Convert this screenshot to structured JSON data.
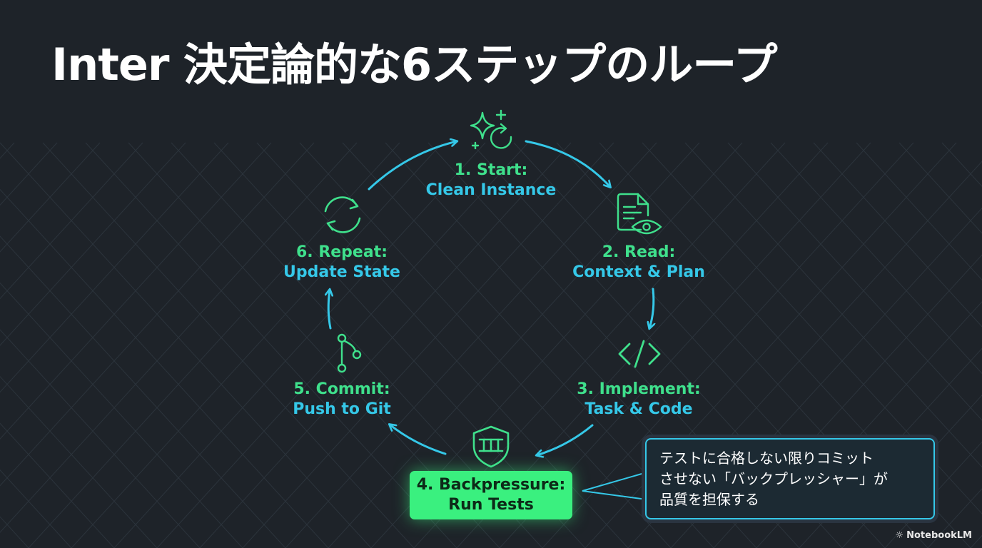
{
  "title": "Inter 決定論的な6ステップのループ",
  "steps": [
    {
      "line1": "1. Start:",
      "line2": "Clean Instance",
      "icon": "sparkle-refresh-icon"
    },
    {
      "line1": "2. Read:",
      "line2": "Context & Plan",
      "icon": "document-eye-icon"
    },
    {
      "line1": "3. Implement:",
      "line2": "Task & Code",
      "icon": "code-brackets-icon"
    },
    {
      "line1": "4. Backpressure:",
      "line2": "Run Tests",
      "icon": "shield-icon"
    },
    {
      "line1": "5. Commit:",
      "line2": "Push to Git",
      "icon": "git-branch-icon"
    },
    {
      "line1": "6. Repeat:",
      "line2": "Update State",
      "icon": "cycle-arrows-icon"
    }
  ],
  "callout": {
    "line1": "テストに合格しない限りコミット",
    "line2": "させない「バックプレッシャー」が",
    "line3": "品質を担保する"
  },
  "brand": "NotebookLM",
  "colors": {
    "green": "#3fe08c",
    "cyan": "#35c8e8",
    "background": "#1e2329"
  }
}
